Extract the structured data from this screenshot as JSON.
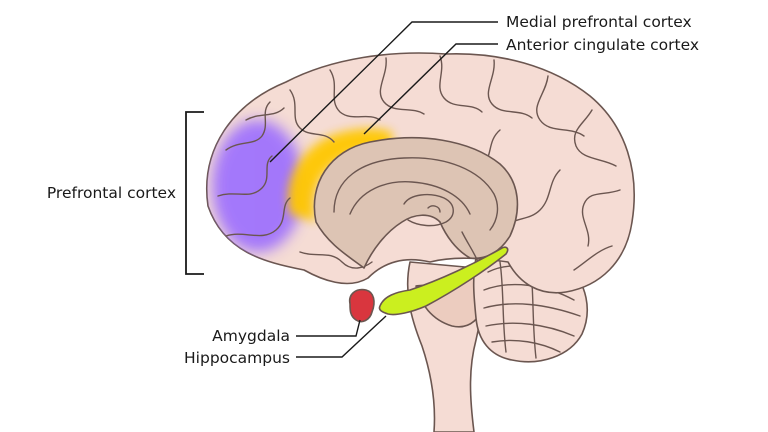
{
  "labels": {
    "medial_prefrontal": "Medial prefrontal cortex",
    "anterior_cingulate": "Anterior cingulate cortex",
    "prefrontal": "Prefrontal cortex",
    "amygdala": "Amygdala",
    "hippocampus": "Hippocampus"
  },
  "colors": {
    "cortex": "#f5dcd4",
    "inner": "#ddc4b4",
    "outline": "#6b5650",
    "prefrontal_highlight": "#9b6dff",
    "cingulate_highlight": "#ffc800",
    "amygdala": "#d9363e",
    "hippocampus": "#cbef1f"
  }
}
